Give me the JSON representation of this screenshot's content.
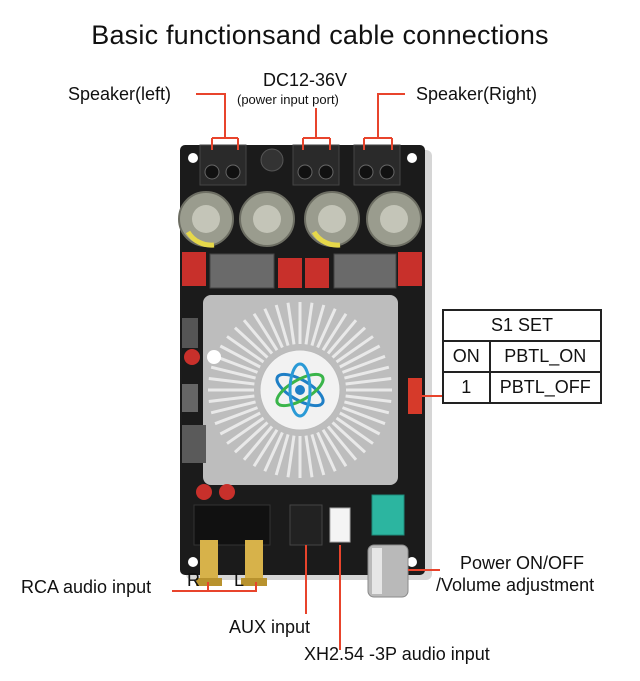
{
  "title": "Basic functionsand cable connections",
  "labels": {
    "speaker_left": "Speaker(left)",
    "dc_power_line1": "DC12-36V",
    "dc_power_line2": "(power input port)",
    "speaker_right": "Speaker(Right)",
    "rca_input": "RCA audio input",
    "rca_r": "R",
    "rca_l": "L",
    "aux_input": "AUX input",
    "xh_input": "XH2.54 -3P audio input",
    "power_line1": "Power ON/OFF",
    "power_line2": "/Volume adjustment"
  },
  "s1_table": {
    "header": "S1 SET",
    "rows": [
      {
        "key": "ON",
        "value": "PBTL_ON"
      },
      {
        "key": "1",
        "value": "PBTL_OFF"
      }
    ]
  },
  "colors": {
    "callout": "#e8442c",
    "board": "#1b1b1b",
    "heatsink": "#c9c9c9",
    "capacitor": "#9a9c8e",
    "film_cap": "#c8302b",
    "terminal": "#2a2a2a"
  },
  "icons": {
    "logo": "atom-logo-icon"
  }
}
